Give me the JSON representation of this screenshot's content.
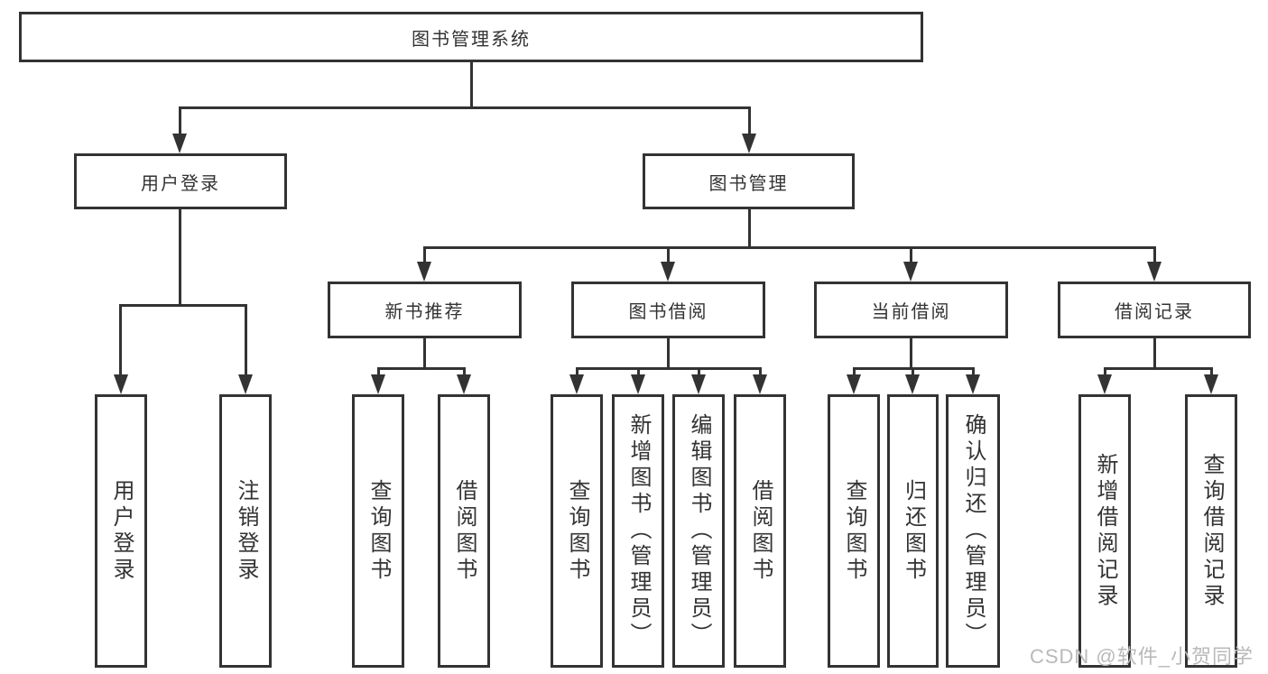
{
  "title": "图书管理系统",
  "colors": {
    "line": "#333333",
    "box_border": "#333333",
    "box_fill": "#ffffff",
    "text": "#333333",
    "background": "#ffffff",
    "watermark": "#b9b9b9"
  },
  "tree": {
    "label": "图书管理系统",
    "children": [
      {
        "label": "用户登录",
        "children": [
          {
            "label": "用户登录"
          },
          {
            "label": "注销登录"
          }
        ]
      },
      {
        "label": "图书管理",
        "children": [
          {
            "label": "新书推荐",
            "children": [
              {
                "label": "查询图书"
              },
              {
                "label": "借阅图书"
              }
            ]
          },
          {
            "label": "图书借阅",
            "children": [
              {
                "label": "查询图书"
              },
              {
                "label": "新增图书（管理员）"
              },
              {
                "label": "编辑图书（管理员）"
              },
              {
                "label": "借阅图书"
              }
            ]
          },
          {
            "label": "当前借阅",
            "children": [
              {
                "label": "查询图书"
              },
              {
                "label": "归还图书"
              },
              {
                "label": "确认归还（管理员）"
              }
            ]
          },
          {
            "label": "借阅记录",
            "children": [
              {
                "label": "新增借阅记录"
              },
              {
                "label": "查询借阅记录"
              }
            ]
          }
        ]
      }
    ]
  },
  "watermark": {
    "text": "CSDN @软件_小贺同学"
  }
}
